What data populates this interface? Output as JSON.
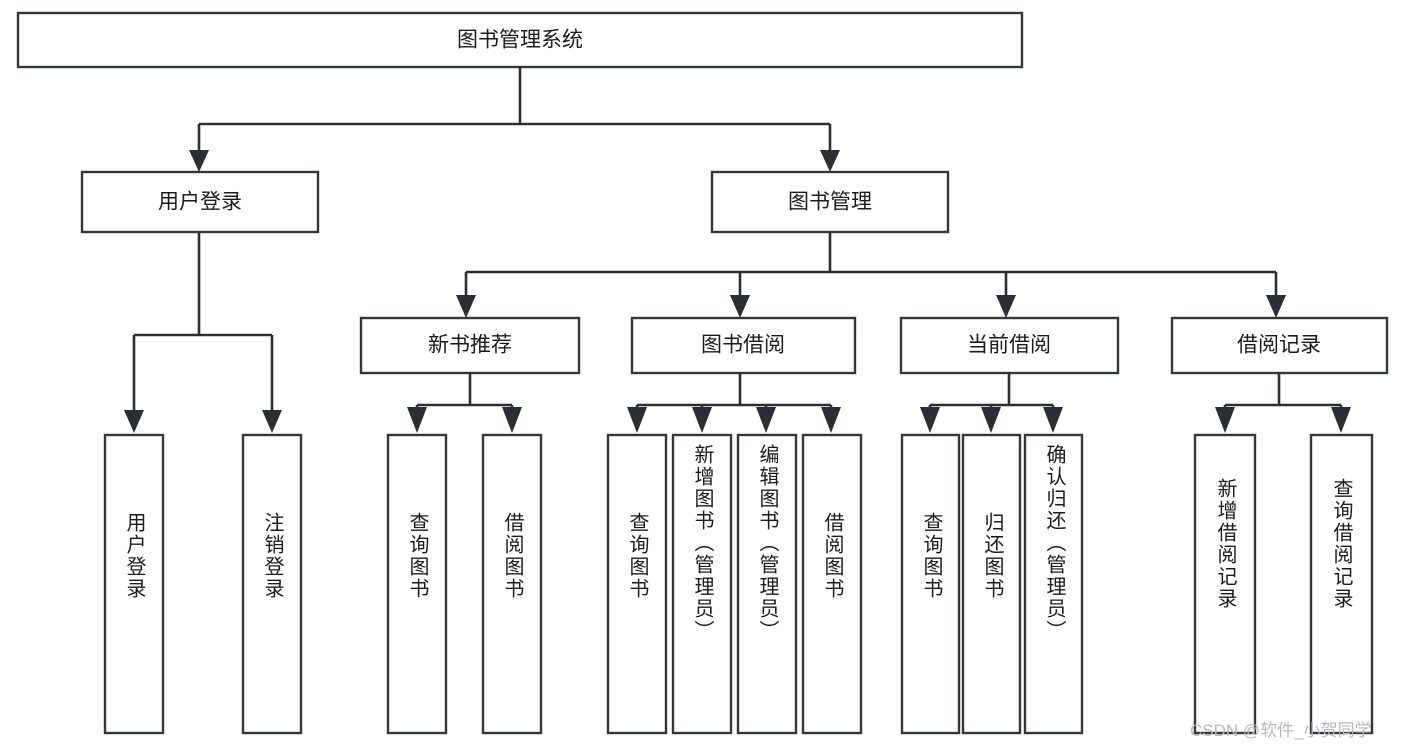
{
  "diagram": {
    "title": "图书管理系统",
    "watermark": "CSDN @软件_小贺同学",
    "colors": {
      "box_stroke": "#33373c",
      "connector": "#2b2f33",
      "box_fill": "#ffffff",
      "text": "#1b1b1b",
      "watermark": "#b8b8b8",
      "background": "#ffffff"
    },
    "root": {
      "label": "图书管理系统"
    },
    "level2": [
      {
        "label": "用户登录"
      },
      {
        "label": "图书管理"
      }
    ],
    "level3": [
      {
        "label": "新书推荐"
      },
      {
        "label": "图书借阅"
      },
      {
        "label": "当前借阅"
      },
      {
        "label": "借阅记录"
      }
    ],
    "leaves": {
      "user_login": [
        {
          "label": "用户登录"
        },
        {
          "label": "注销登录"
        }
      ],
      "new_book_recommend": [
        {
          "label": "查询图书"
        },
        {
          "label": "借阅图书"
        }
      ],
      "book_borrow": [
        {
          "label": "查询图书"
        },
        {
          "label": "新增图书（管理员）"
        },
        {
          "label": "编辑图书（管理员）"
        },
        {
          "label": "借阅图书"
        }
      ],
      "current_borrow": [
        {
          "label": "查询图书"
        },
        {
          "label": "归还图书"
        },
        {
          "label": "确认归还（管理员）"
        }
      ],
      "borrow_record": [
        {
          "label": "新增借阅记录"
        },
        {
          "label": "查询借阅记录"
        }
      ]
    }
  }
}
